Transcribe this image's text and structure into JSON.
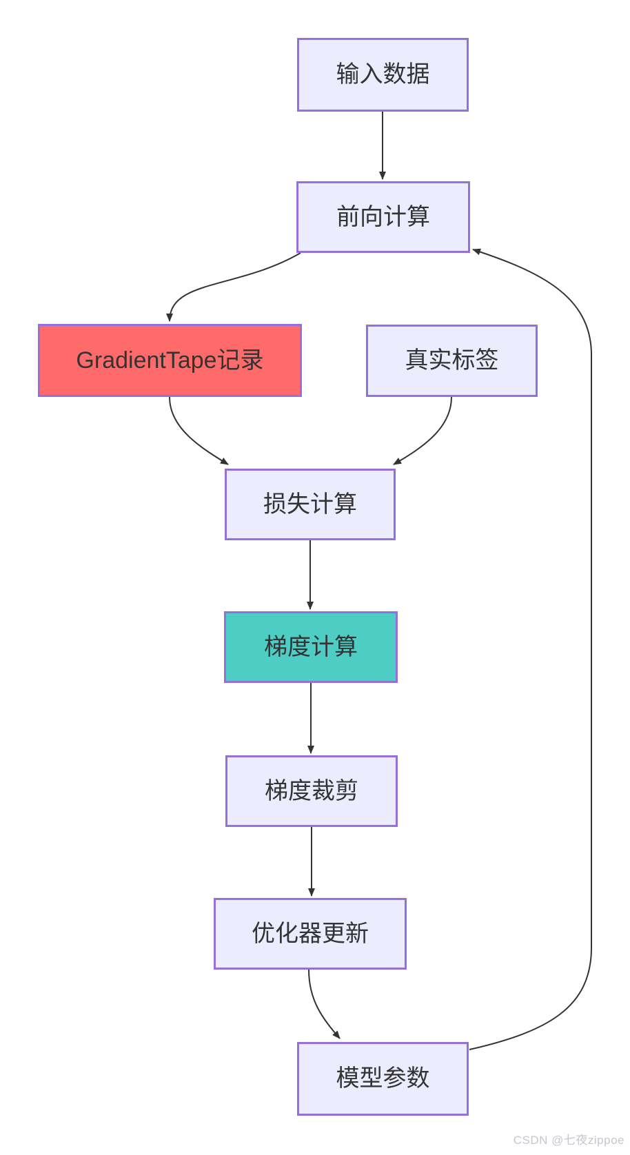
{
  "diagram": {
    "type": "flowchart",
    "direction": "top-down",
    "nodes": [
      {
        "id": "input",
        "label": "输入数据",
        "kind": "default"
      },
      {
        "id": "forward",
        "label": "前向计算",
        "kind": "default"
      },
      {
        "id": "tape",
        "label": "GradientTape记录",
        "kind": "highlight-red"
      },
      {
        "id": "truth",
        "label": "真实标签",
        "kind": "default"
      },
      {
        "id": "loss",
        "label": "损失计算",
        "kind": "default"
      },
      {
        "id": "grad",
        "label": "梯度计算",
        "kind": "highlight-teal"
      },
      {
        "id": "clip",
        "label": "梯度裁剪",
        "kind": "default"
      },
      {
        "id": "opt",
        "label": "优化器更新",
        "kind": "default"
      },
      {
        "id": "params",
        "label": "模型参数",
        "kind": "default"
      }
    ],
    "edges": [
      {
        "from": "输入数据",
        "to": "前向计算"
      },
      {
        "from": "前向计算",
        "to": "GradientTape记录"
      },
      {
        "from": "GradientTape记录",
        "to": "损失计算"
      },
      {
        "from": "真实标签",
        "to": "损失计算"
      },
      {
        "from": "损失计算",
        "to": "梯度计算"
      },
      {
        "from": "梯度计算",
        "to": "梯度裁剪"
      },
      {
        "from": "梯度裁剪",
        "to": "优化器更新"
      },
      {
        "from": "优化器更新",
        "to": "模型参数"
      },
      {
        "from": "模型参数",
        "to": "前向计算"
      }
    ],
    "colors": {
      "node_fill": "#ECECFF",
      "node_border": "#9370DB",
      "highlight_red": "#FF6B6B",
      "highlight_teal": "#4ECDC4",
      "edge": "#333333",
      "text": "#333333"
    }
  },
  "watermark": {
    "text": "CSDN @七夜zippoe"
  }
}
